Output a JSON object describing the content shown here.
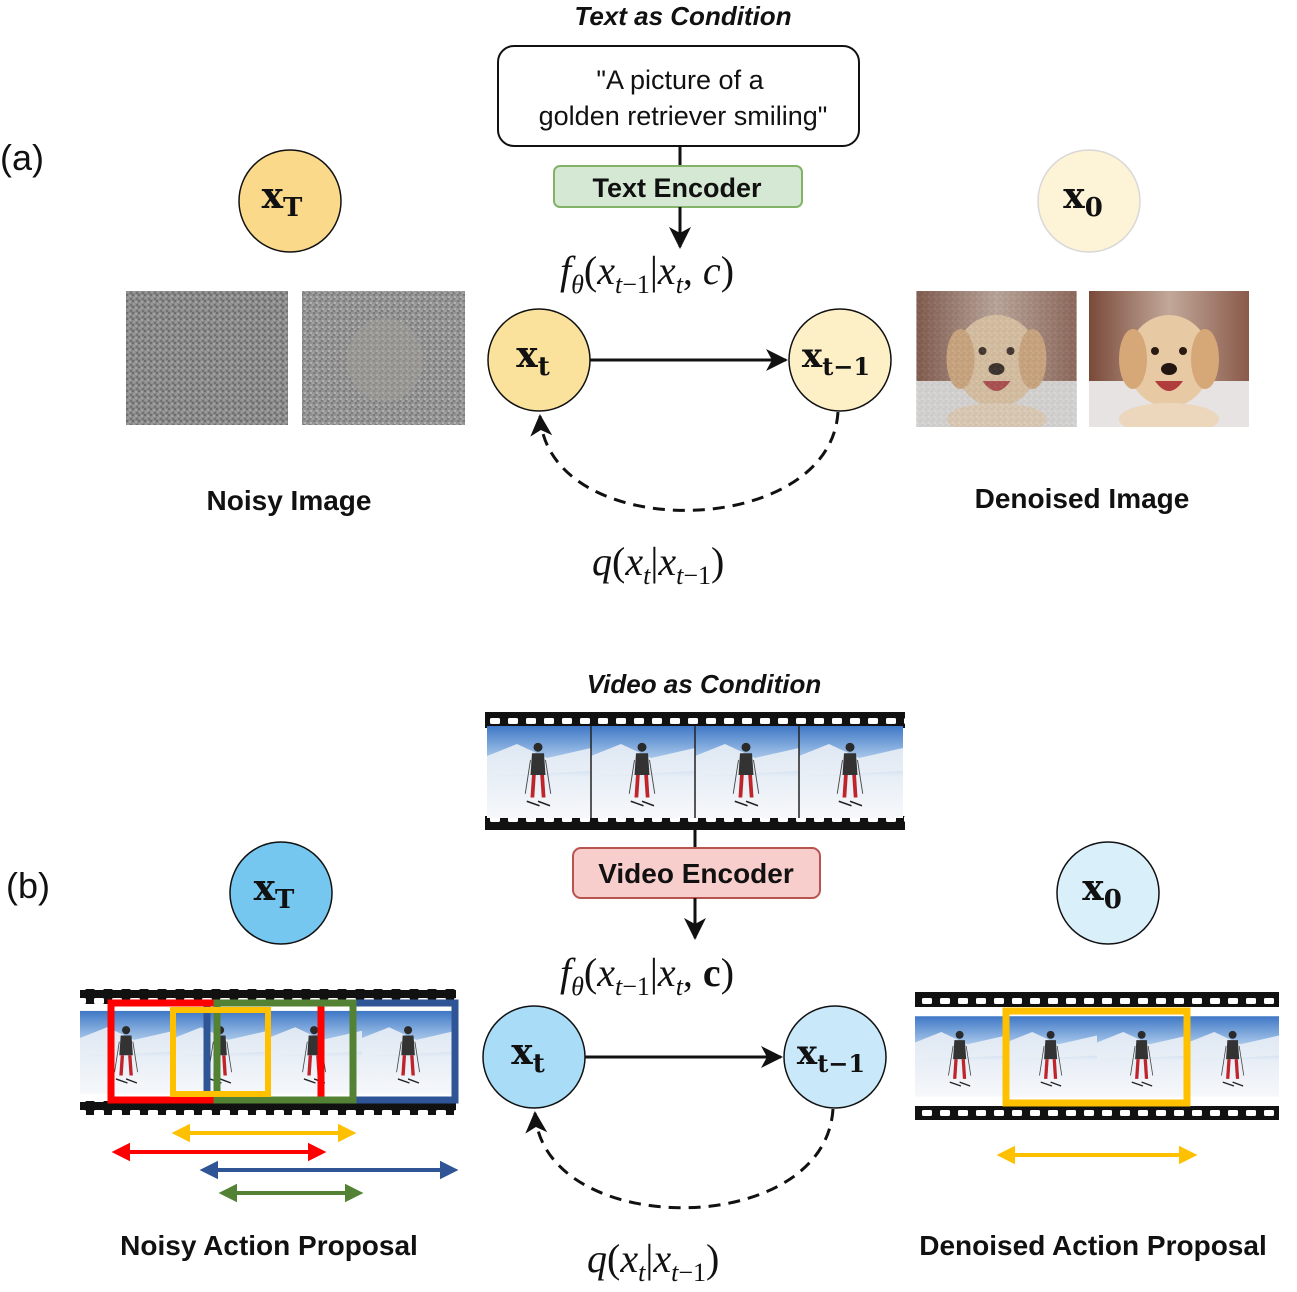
{
  "panel_a": {
    "label": "(a)",
    "condition_title": "Text as Condition",
    "prompt_line1": "\"A picture of a",
    "prompt_line2": "golden retriever smiling\"",
    "encoder_label": "Text Encoder",
    "node_xT": "x",
    "node_xT_sub": "T",
    "node_x0": "x",
    "node_x0_sub": "0",
    "node_xt": "x",
    "node_xt_sub": "t",
    "node_xt1": "x",
    "node_xt1_sub": "t−1",
    "left_caption": "Noisy Image",
    "right_caption": "Denoised Image",
    "colors": {
      "xT": "#fad98a",
      "x0": "#fdf3d6",
      "xt": "#fbe29c",
      "xt1": "#fdefc6",
      "encoder_fill": "#d5e8d4",
      "encoder_stroke": "#82b366"
    }
  },
  "panel_b": {
    "label": "(b)",
    "condition_title": "Video as Condition",
    "encoder_label": "Video Encoder",
    "node_xT": "x",
    "node_xT_sub": "T",
    "node_x0": "x",
    "node_x0_sub": "0",
    "node_xt": "x",
    "node_xt_sub": "t",
    "node_xt1": "x",
    "node_xt1_sub": "t−1",
    "left_caption": "Noisy Action Proposal",
    "right_caption": "Denoised Action Proposal",
    "colors": {
      "xT": "#75c7f0",
      "x0": "#d9f0fb",
      "xt": "#a9ddf7",
      "xt1": "#c9e9fa",
      "encoder_fill": "#f8cecc",
      "encoder_stroke": "#b85450",
      "proposal_red": "#ff0000",
      "proposal_yellow": "#ffc000",
      "proposal_blue": "#2f5597",
      "proposal_green": "#548235"
    }
  },
  "formulas": {
    "f_prefix": "f",
    "f_sub": "θ",
    "q": "q"
  }
}
